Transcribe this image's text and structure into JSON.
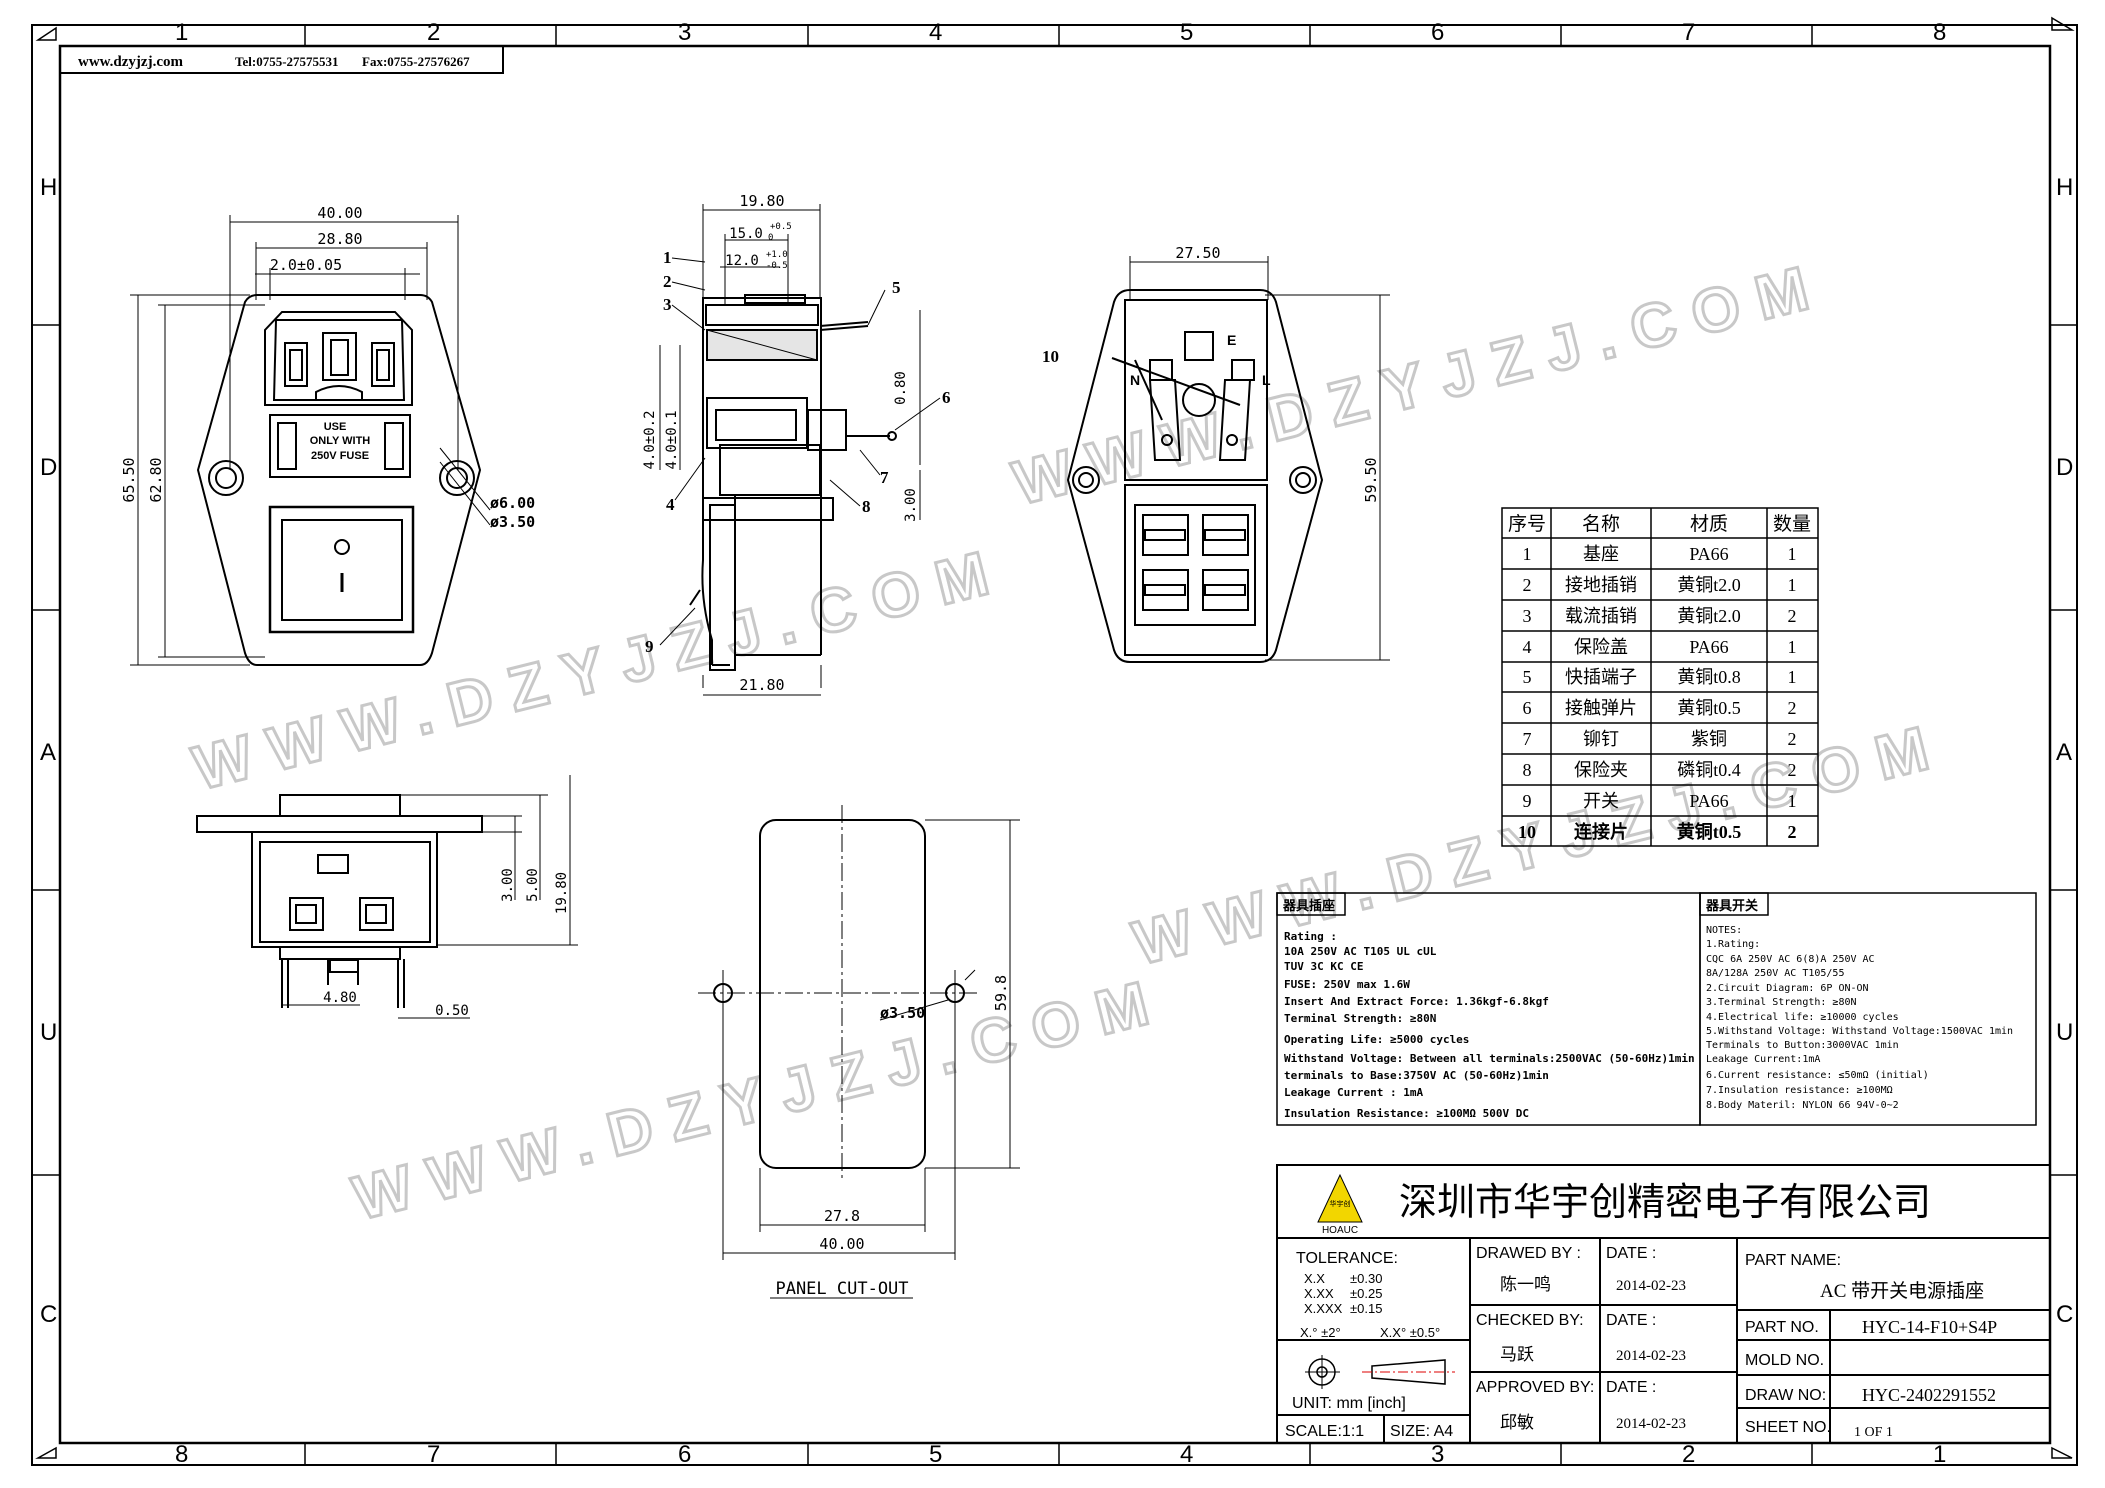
{
  "header": {
    "website": "www.dzyjzj.com",
    "tel": "Tel:0755-27575531",
    "fax": "Fax:0755-27576267"
  },
  "grid": {
    "top_cols": [
      "1",
      "2",
      "3",
      "4",
      "5",
      "6",
      "7",
      "8"
    ],
    "bottom_cols": [
      "8",
      "7",
      "6",
      "5",
      "4",
      "3",
      "2",
      "1"
    ],
    "left_rows": [
      "H",
      "D",
      "A",
      "U",
      "C"
    ],
    "right_rows": [
      "H",
      "D",
      "A",
      "U",
      "C"
    ]
  },
  "watermark": "WWW.DZYJZJ.COM",
  "front_view": {
    "dims": [
      "40.00",
      "28.80",
      "2.0±0.05",
      "65.50",
      "62.80"
    ],
    "hole_dims": [
      "ø6.00",
      "ø3.50"
    ],
    "label_lines": [
      "USE",
      "ONLY WITH",
      "250V FUSE"
    ],
    "switch_symbols": [
      "O",
      "I"
    ]
  },
  "side_view": {
    "dims": [
      "19.80",
      "15.0",
      "+0.5",
      "0",
      "12.0",
      "+1.0",
      "-0.5",
      "0.80",
      "4.0±0.2",
      "4.0±0.1",
      "3.00",
      "21.80"
    ],
    "callouts": [
      "1",
      "2",
      "3",
      "4",
      "5",
      "6",
      "7",
      "8",
      "9"
    ]
  },
  "back_view": {
    "dims": [
      "27.50",
      "59.50"
    ],
    "callout": "10",
    "labels": [
      "N",
      "L",
      "E"
    ]
  },
  "bottom_view": {
    "dims": [
      "3.00",
      "5.00",
      "19.80",
      "4.80",
      "0.50"
    ]
  },
  "panel_cutout": {
    "dims": [
      "59.8",
      "ø3.50",
      "27.8",
      "40.00"
    ],
    "caption": "PANEL CUT-OUT"
  },
  "bom": {
    "headers": [
      "序号",
      "名称",
      "材质",
      "数量"
    ],
    "rows": [
      [
        "1",
        "基座",
        "PA66",
        "1"
      ],
      [
        "2",
        "接地插销",
        "黄铜t2.0",
        "1"
      ],
      [
        "3",
        "载流插销",
        "黄铜t2.0",
        "2"
      ],
      [
        "4",
        "保险盖",
        "PA66",
        "1"
      ],
      [
        "5",
        "快插端子",
        "黄铜t0.8",
        "1"
      ],
      [
        "6",
        "接触弹片",
        "黄铜t0.5",
        "2"
      ],
      [
        "7",
        "铆钉",
        "紫铜",
        "2"
      ],
      [
        "8",
        "保险夹",
        "磷铜t0.4",
        "2"
      ],
      [
        "9",
        "开关",
        "PA66",
        "1"
      ],
      [
        "10",
        "连接片",
        "黄铜t0.5",
        "2"
      ]
    ]
  },
  "spec_left": {
    "title": "器具插座",
    "lines": [
      "Rating :",
      "      10A 250V AC    T105   UL    cUL",
      "                     TUV    3C    KC   CE",
      "FUSE:  250V  max 1.6W",
      "Insert And Extract Force:  1.36kgf-6.8kgf",
      "Terminal  Strength:        ≥80N",
      "Operating Life:      ≥5000  cycles",
      "Withstand Voltage:  Between all terminals:2500VAC (50-60Hz)1min",
      "                    terminals to Base:3750V AC (50-60Hz)1min",
      "                    Leakage Current :  1mA",
      "Insulation Resistance:  ≥100MΩ   500V DC"
    ]
  },
  "spec_right": {
    "title": "器具开关",
    "lines": [
      "NOTES:",
      "1.Rating:",
      "        CQC  6A 250V AC  6(8)A 250V AC",
      "             8A/128A 250V AC T105/55",
      "2.Circuit Diagram: 6P   ON-ON",
      "3.Terminal Strength: ≥80N",
      "4.Electrical life:  ≥10000 cycles",
      "5.Withstand Voltage: Withstand Voltage:1500VAC 1min",
      "                     Terminals to Button:3000VAC 1min",
      "                             Leakage Current:1mA",
      "6.Current resistance: ≤50mΩ (initial)",
      "7.Insulation resistance: ≥100MΩ",
      "8.Body Materil: NYLON 66 94V-0~2"
    ]
  },
  "title_block": {
    "company": "深圳市华宇创精密电子有限公司",
    "logo_text": "HOAUC",
    "logo_mark": "华宇创",
    "tolerance_label": "TOLERANCE:",
    "tolerances": [
      [
        "X.X",
        "±0.30"
      ],
      [
        "X.XX",
        "±0.25"
      ],
      [
        "X.XXX",
        "±0.15"
      ]
    ],
    "angle_tol": [
      "X.° ±2°",
      "X.X° ±0.5°"
    ],
    "unit": "UNIT:  mm  [inch]",
    "scale": "SCALE:1:1",
    "size": "SIZE:  A4",
    "drawn_by_label": "DRAWED BY :",
    "drawn_by": "陈一鸣",
    "checked_by_label": "CHECKED BY:",
    "checked_by": "马跃",
    "approved_by_label": "APPROVED BY:",
    "approved_by": "邱敏",
    "date_label": "DATE :",
    "dates": [
      "2014-02-23",
      "2014-02-23",
      "2014-02-23"
    ],
    "part_name_label": "PART NAME:",
    "part_name": "AC 带开关电源插座",
    "part_no_label": "PART NO.",
    "part_no": "HYC-14-F10+S4P",
    "mold_no_label": "MOLD NO.",
    "mold_no": "",
    "draw_no_label": "DRAW NO:",
    "draw_no": "HYC-2402291552",
    "sheet_no_label": "SHEET NO.",
    "sheet_no": "1 OF 1"
  }
}
